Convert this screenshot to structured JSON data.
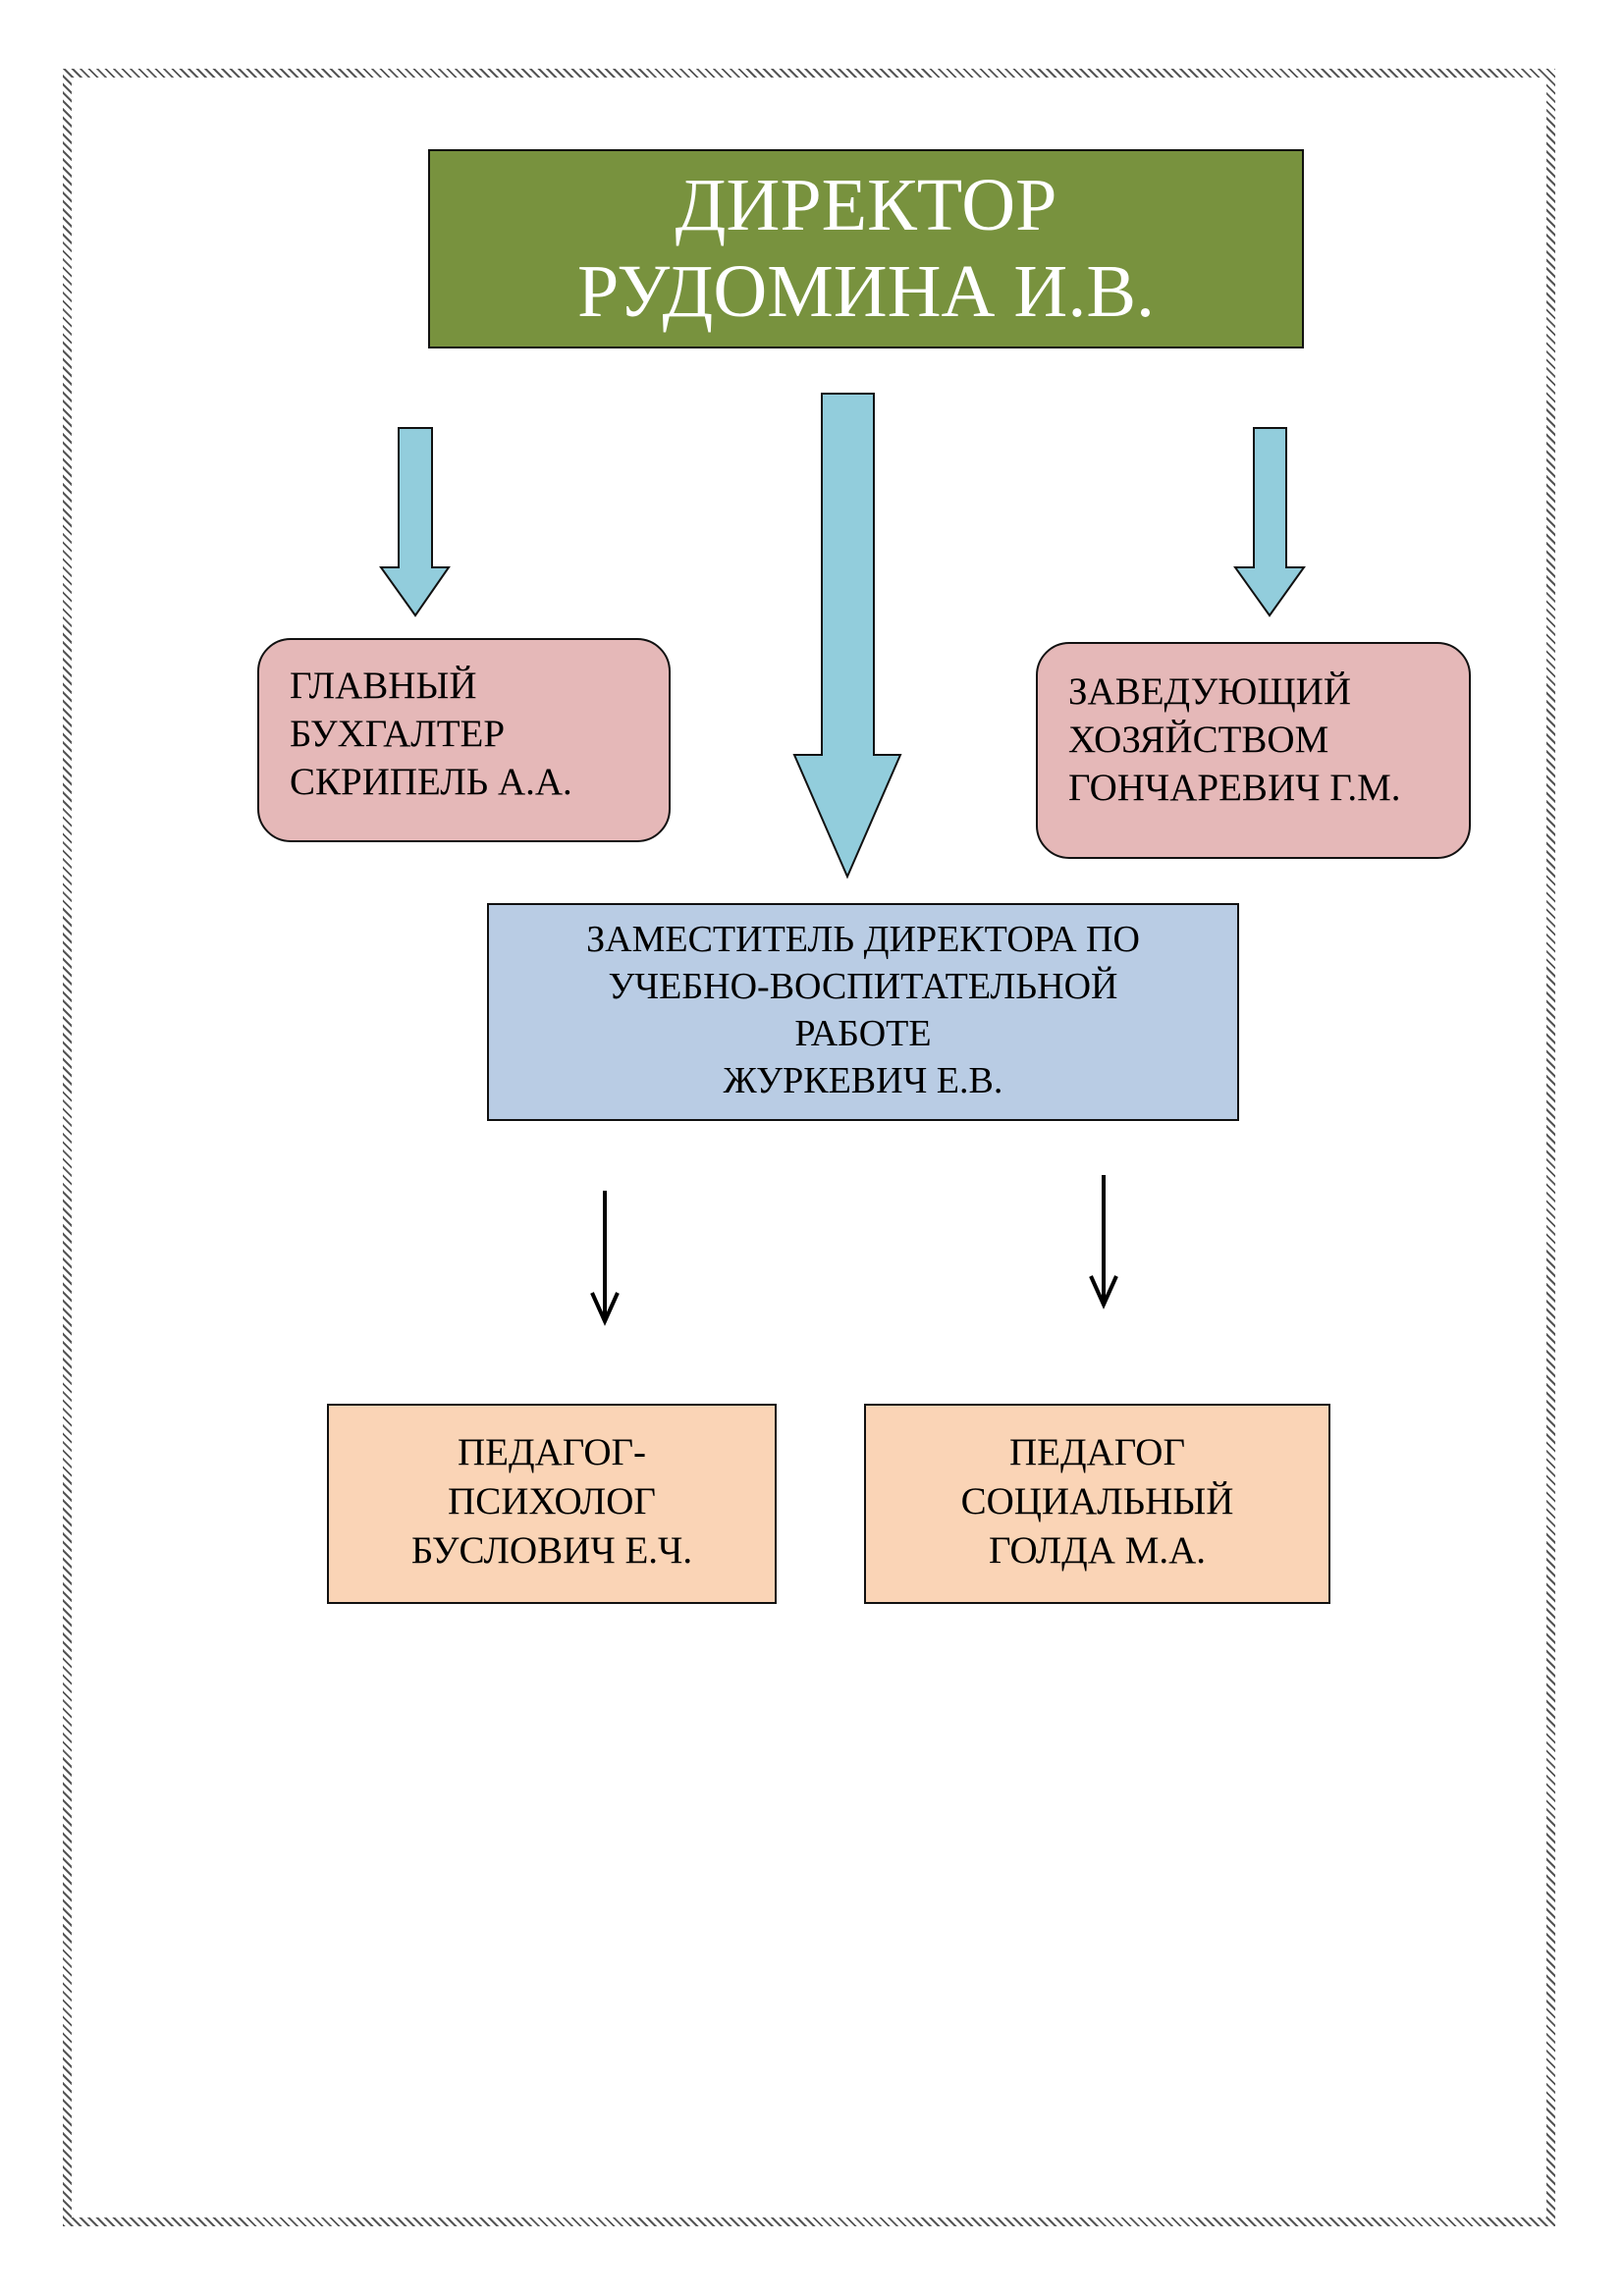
{
  "document": {
    "type": "org-chart",
    "colors": {
      "director_fill": "#78923e",
      "staff_rounded_fill": "#e5b8b8",
      "deputy_fill": "#b9cce4",
      "subordinate_fill": "#fad4b6",
      "block_arrow_fill": "#92cddc"
    }
  },
  "nodes": {
    "director": {
      "lines": [
        "ДИРЕКТОР",
        "РУДОМИНА И.В."
      ]
    },
    "chief_accountant": {
      "lines": [
        "ГЛАВНЫЙ",
        "БУХГАЛТЕР",
        "СКРИПЕЛЬ А.А."
      ]
    },
    "household_manager": {
      "lines": [
        "ЗАВЕДУЮЩИЙ",
        "ХОЗЯЙСТВОМ",
        "ГОНЧАРЕВИЧ Г.М."
      ]
    },
    "deputy_director": {
      "lines": [
        "ЗАМЕСТИТЕЛЬ ДИРЕКТОРА ПО",
        "УЧЕБНО-ВОСПИТАТЕЛЬНОЙ",
        "РАБОТЕ",
        "ЖУРКЕВИЧ Е.В."
      ]
    },
    "psychologist": {
      "lines": [
        "ПЕДАГОГ-",
        "ПСИХОЛОГ",
        "БУСЛОВИЧ Е.Ч."
      ]
    },
    "social_pedagogue": {
      "lines": [
        "ПЕДАГОГ",
        "СОЦИАЛЬНЫЙ",
        "ГОЛДА М.А."
      ]
    }
  },
  "edges": [
    {
      "from": "director",
      "to": "chief_accountant",
      "style": "block-arrow"
    },
    {
      "from": "director",
      "to": "deputy_director",
      "style": "block-arrow"
    },
    {
      "from": "director",
      "to": "household_manager",
      "style": "block-arrow"
    },
    {
      "from": "deputy_director",
      "to": "psychologist",
      "style": "line-arrow"
    },
    {
      "from": "deputy_director",
      "to": "social_pedagogue",
      "style": "line-arrow"
    }
  ]
}
